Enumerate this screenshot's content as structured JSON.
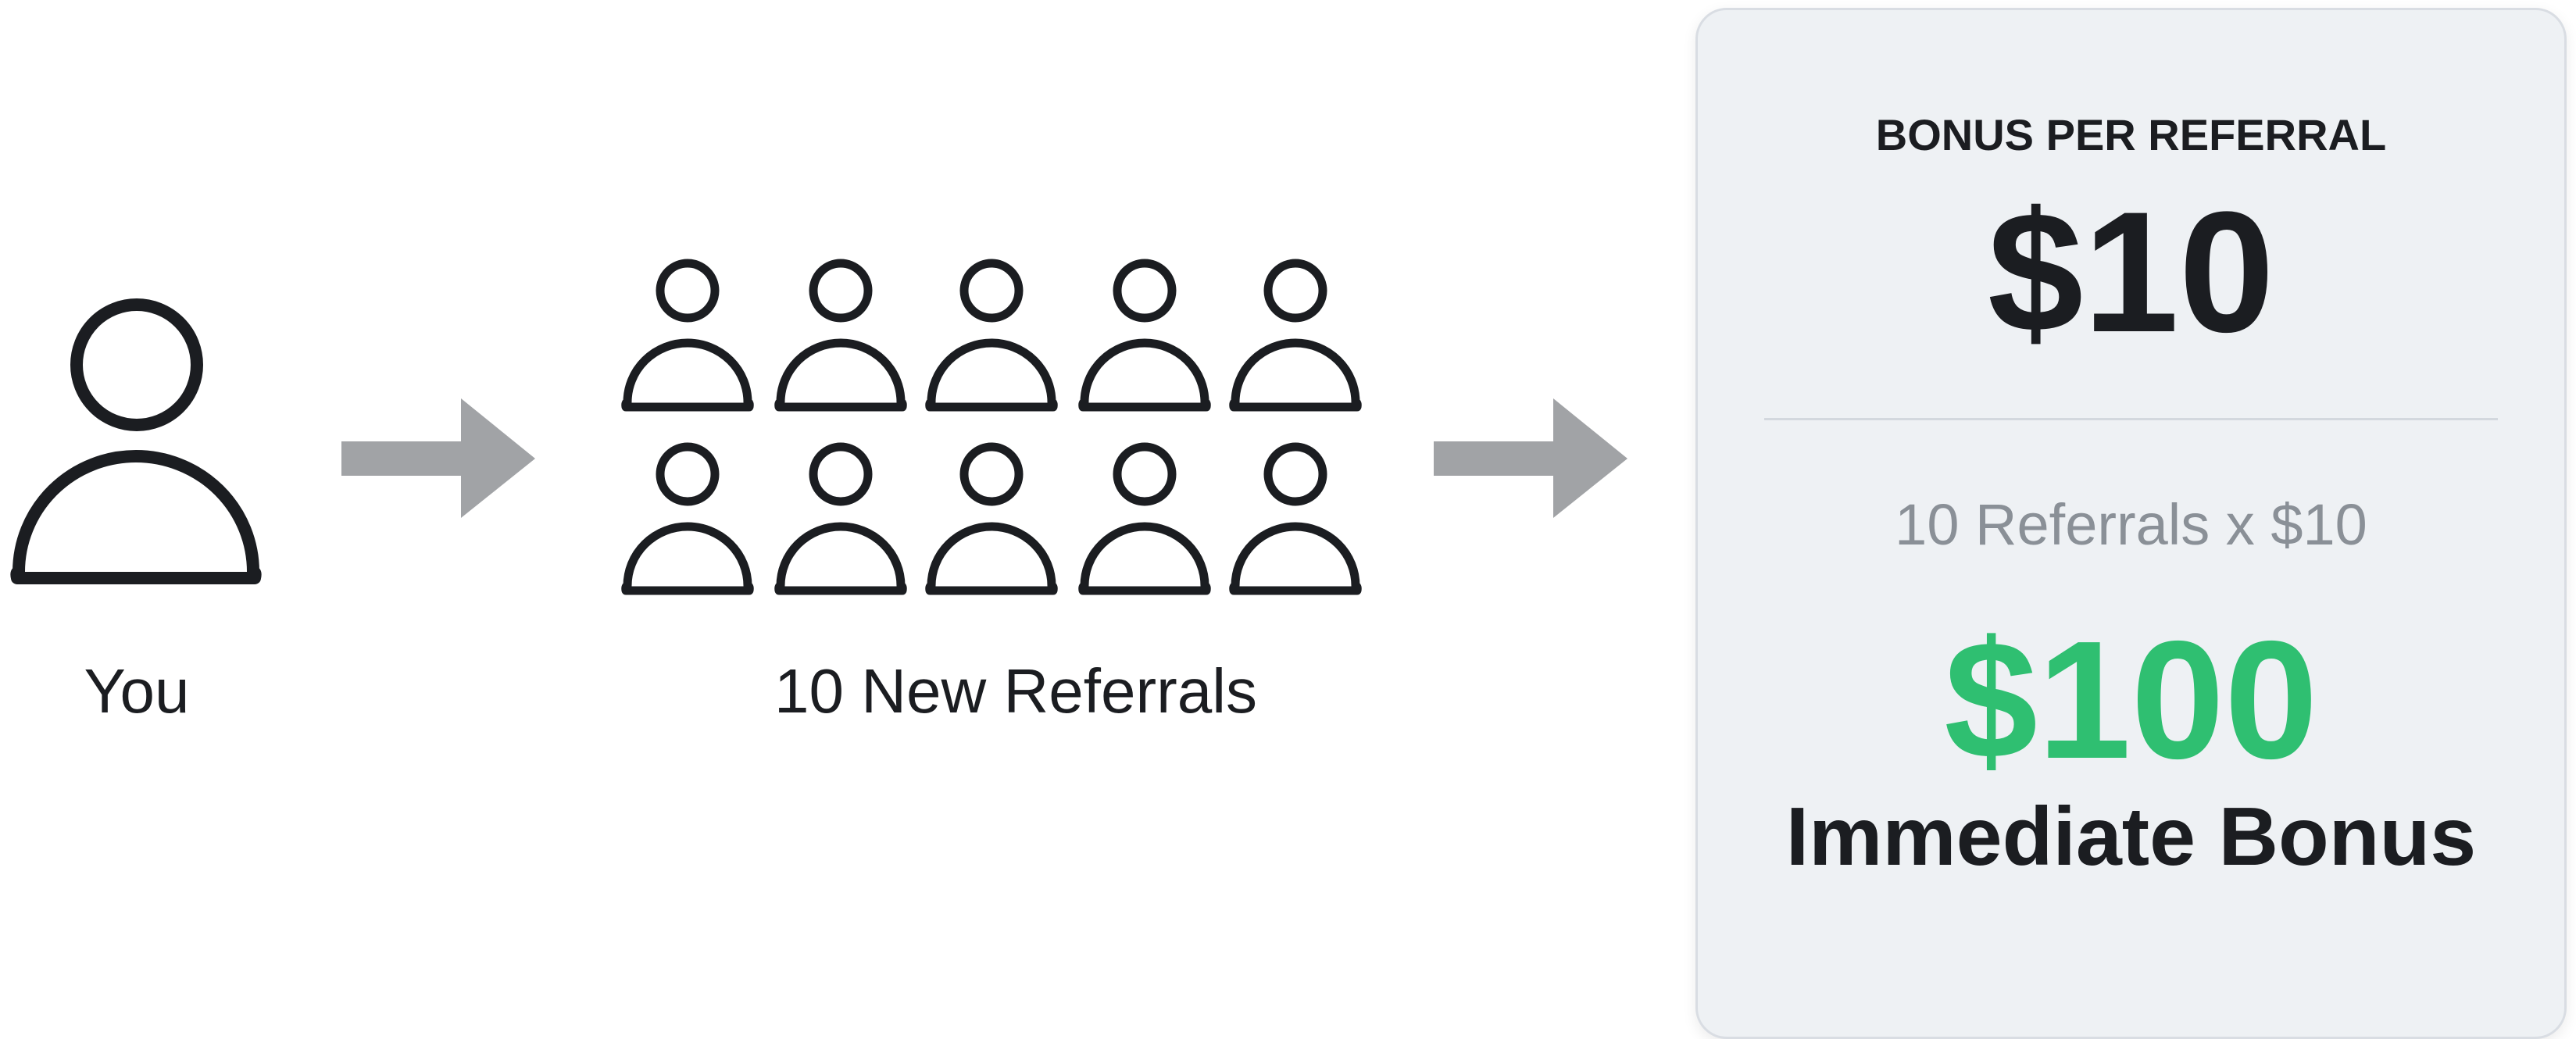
{
  "diagram": {
    "you": {
      "label": "You",
      "icon": "person-icon"
    },
    "referrals": {
      "label": "10 New Referrals",
      "icon": "person-icon",
      "count": 10
    },
    "arrow_icon": "arrow-right-icon"
  },
  "card": {
    "heading": "BONUS PER REFERRAL",
    "bonus_amount": "$10",
    "calculation": "10 Referrals x $10",
    "total_amount": "$100",
    "total_label": "Immediate Bonus"
  },
  "colors": {
    "outline": "#1b1d21",
    "arrow": "#a1a3a6",
    "accent_green": "#2fbf71",
    "card_bg": "#eef1f4",
    "muted_text": "#8a9097"
  }
}
